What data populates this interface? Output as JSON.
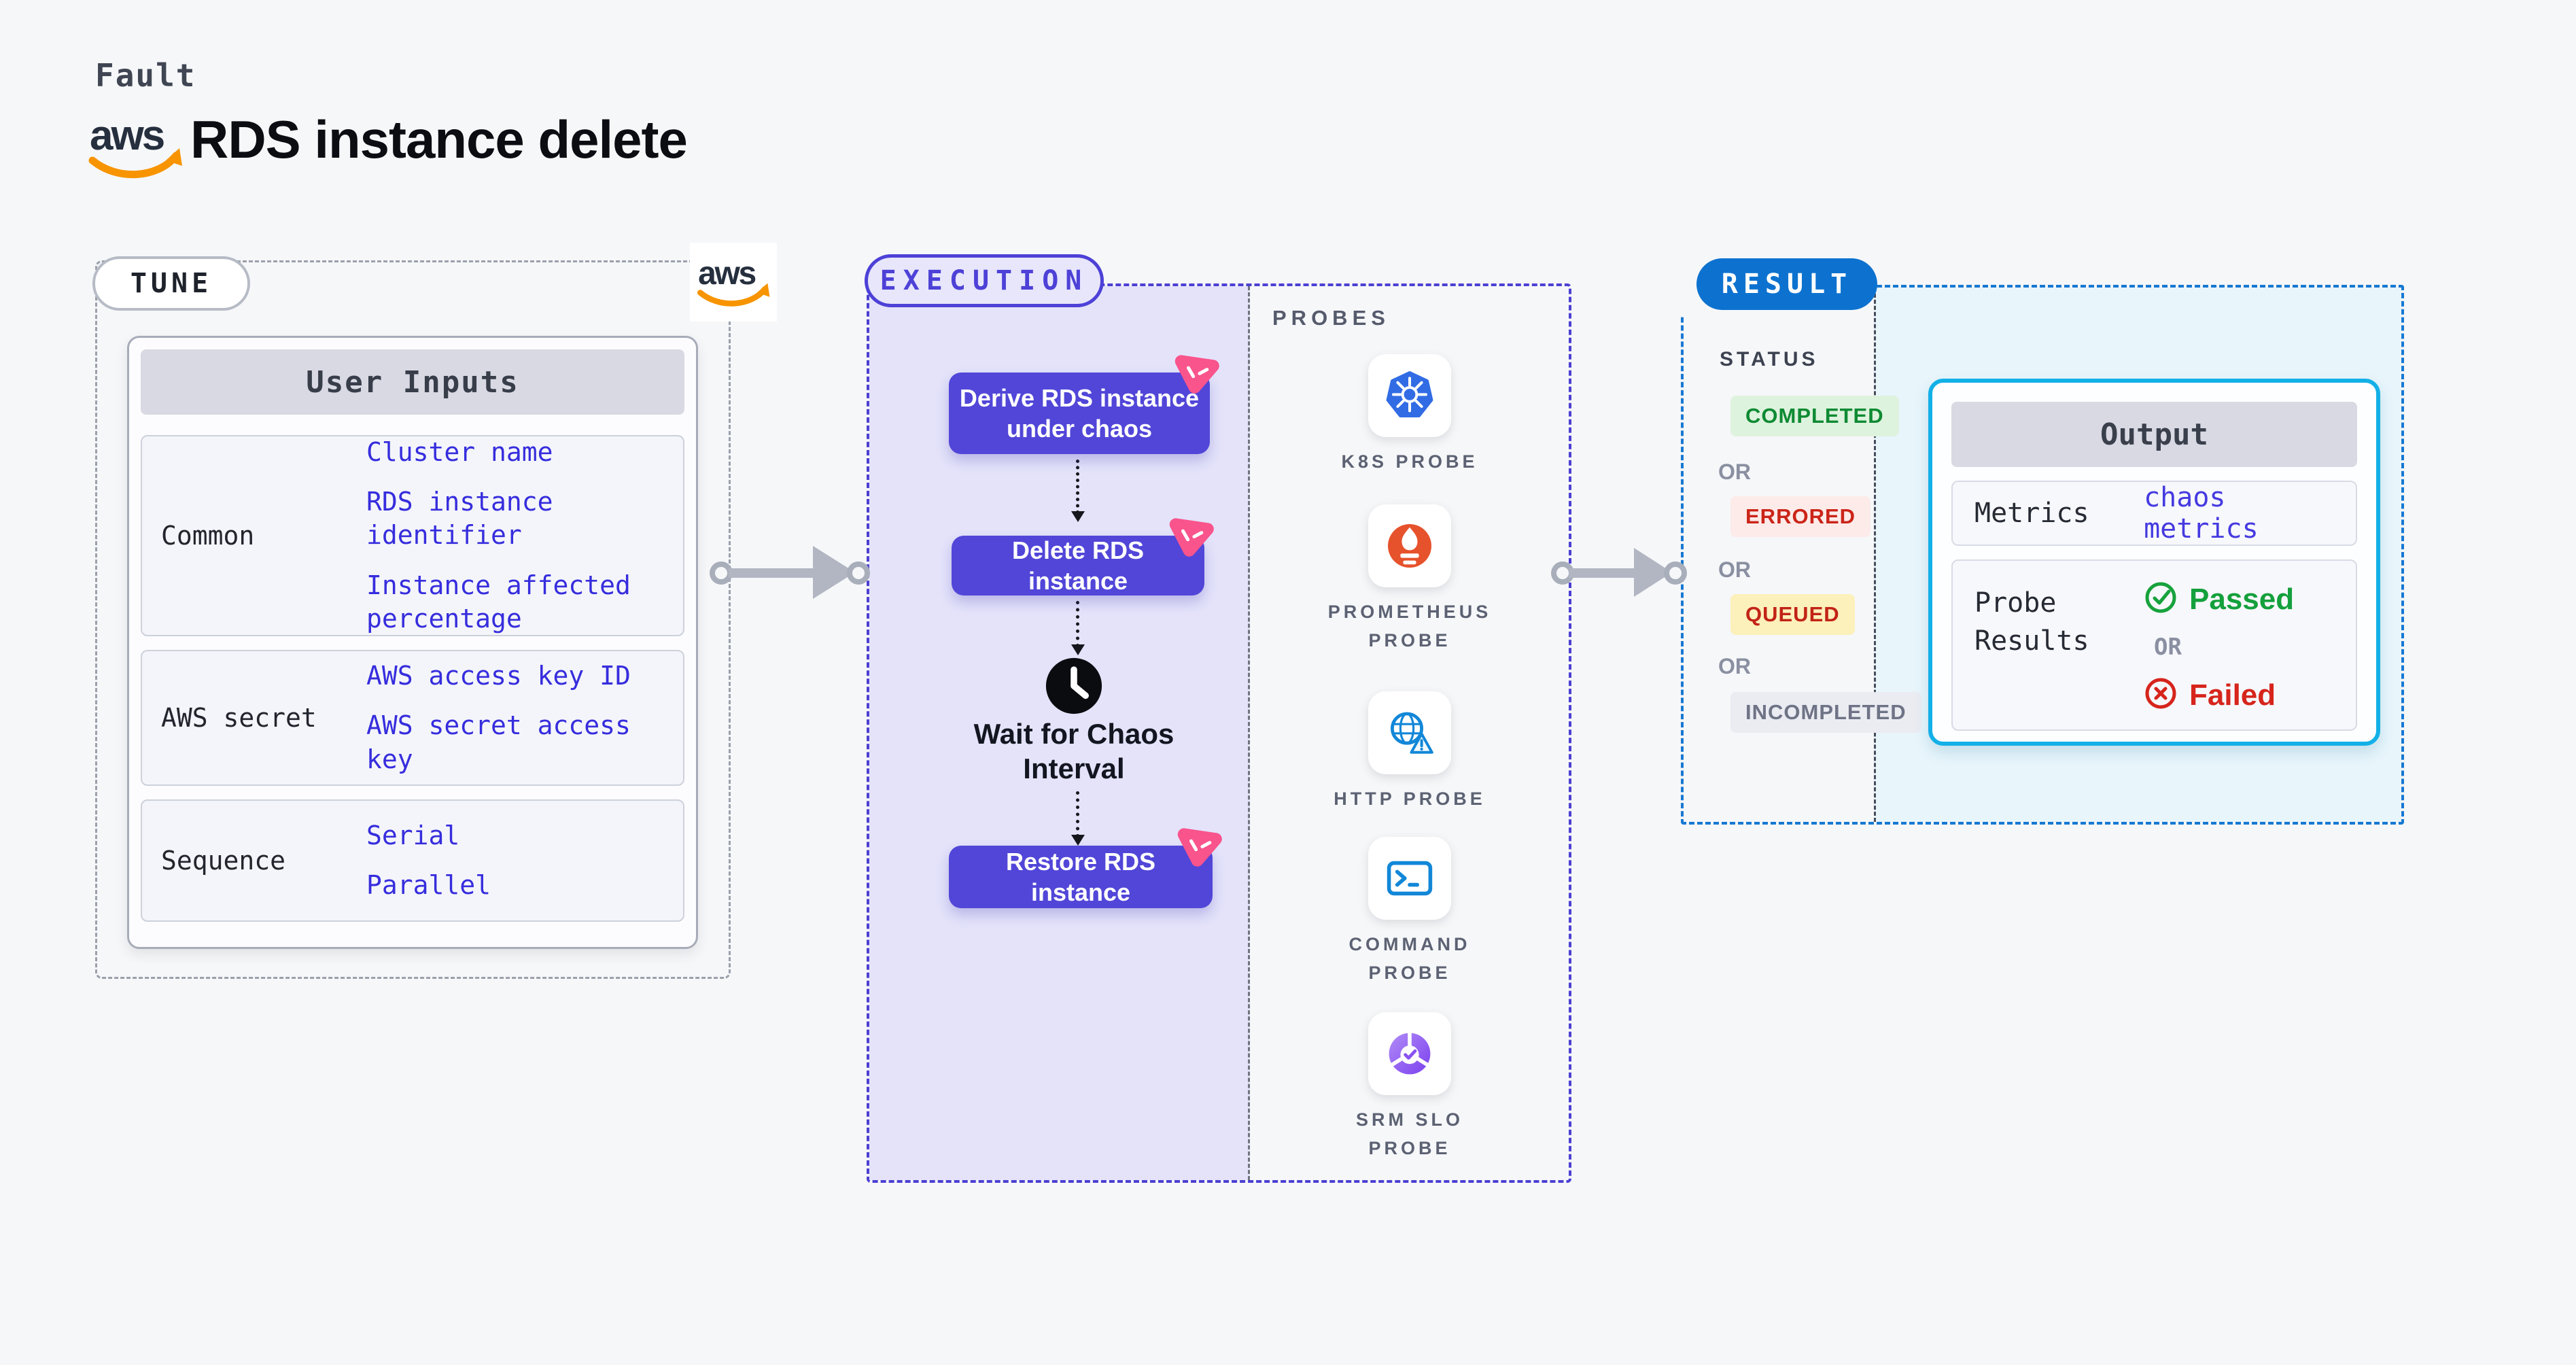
{
  "page": {
    "kind_label": "Fault",
    "title": "RDS instance delete"
  },
  "tune": {
    "pill_label": "TUNE",
    "card": {
      "header": "User Inputs",
      "rows": [
        {
          "label": "Common",
          "values": [
            "Cluster name",
            "RDS instance identifier",
            "Instance affected percentage"
          ]
        },
        {
          "label": "AWS secret",
          "values": [
            "AWS access key ID",
            "AWS secret access key"
          ]
        },
        {
          "label": "Sequence",
          "values": [
            "Serial",
            "Parallel"
          ]
        }
      ]
    }
  },
  "execution": {
    "pill_label": "EXECUTION",
    "steps": [
      "Derive RDS instance under chaos",
      "Delete RDS instance",
      "Restore RDS instance"
    ],
    "wait_label": "Wait for Chaos Interval"
  },
  "probes": {
    "header": "PROBES",
    "items": [
      {
        "icon": "kubernetes-icon",
        "label": "K8S PROBE"
      },
      {
        "icon": "prometheus-icon",
        "label": "PROMETHEUS PROBE"
      },
      {
        "icon": "http-globe-icon",
        "label": "HTTP PROBE"
      },
      {
        "icon": "terminal-icon",
        "label": "COMMAND PROBE"
      },
      {
        "icon": "srm-slo-icon",
        "label": "SRM SLO PROBE"
      }
    ]
  },
  "result": {
    "pill_label": "RESULT",
    "status": {
      "title": "STATUS",
      "or_label": "OR",
      "items": [
        {
          "label": "COMPLETED"
        },
        {
          "label": "ERRORED"
        },
        {
          "label": "QUEUED"
        },
        {
          "label": "INCOMPLETED"
        }
      ]
    },
    "output": {
      "header": "Output",
      "metrics_label": "Metrics",
      "metrics_link": "chaos metrics",
      "probe_results_label": "Probe Results",
      "passed_label": "Passed",
      "or_label": "OR",
      "failed_label": "Failed"
    }
  },
  "icons": {
    "brand": "aws-smile-logo",
    "wait": "clock-icon",
    "step_badge": "chaos-triangle-icon",
    "passed": "check-circle-icon",
    "failed": "x-circle-icon"
  },
  "colors": {
    "page_bg": "#f6f7f9",
    "step_purple": "#5146d8",
    "execution_border": "#4c40d2",
    "execution_fill": "#e4e3fa",
    "pink_badge": "#f9548c",
    "link_blue": "#362ddd",
    "result_pill_blue": "#0d72cf",
    "result_border_blue": "#1678d2",
    "output_border_cyan": "#13b0e7",
    "result_fill_cyan": "#e8f5fb",
    "completed_green": "#0e8a33",
    "completed_bg": "#def3de",
    "errored_red": "#cb2418",
    "errored_bg": "#fcebe9",
    "queued_red": "#c22316",
    "queued_bg": "#fcf0bb",
    "incompleted_gray": "#6e7386",
    "incompleted_bg": "#ebecf2",
    "passed_green": "#14a03c",
    "failed_red": "#d6251c",
    "aws_orange": "#f79400",
    "aws_navy": "#252f3e"
  }
}
